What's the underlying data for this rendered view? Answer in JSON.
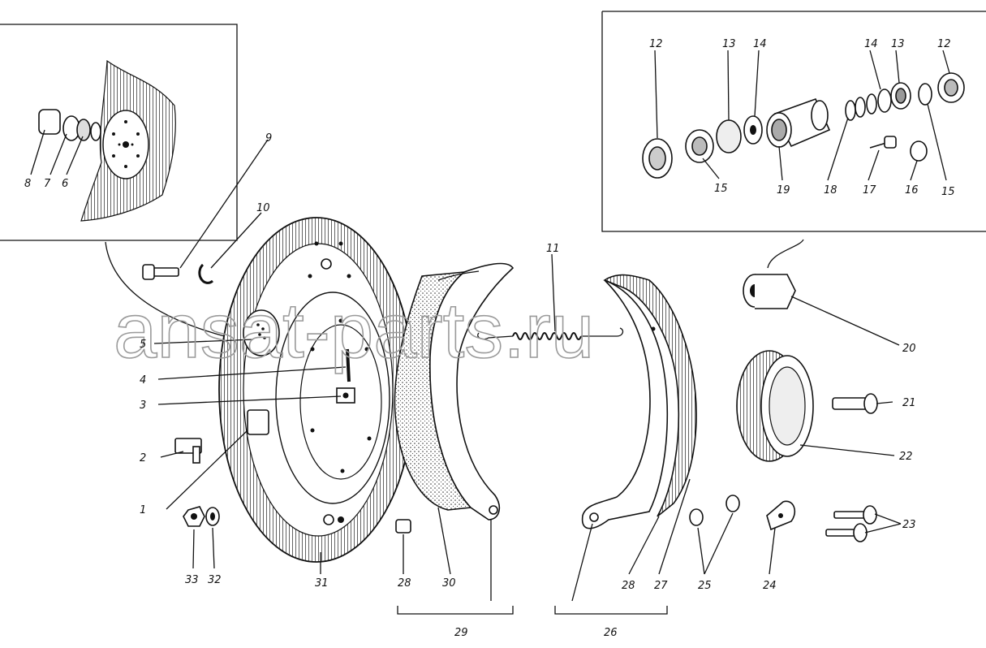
{
  "watermark": "ansat-parts.ru",
  "labels": {
    "l1": "1",
    "l2": "2",
    "l3": "3",
    "l4": "4",
    "l5": "5",
    "l6": "6",
    "l7": "7",
    "l8": "8",
    "l9": "9",
    "l10": "10",
    "l11": "11",
    "l12a": "12",
    "l12b": "12",
    "l13a": "13",
    "l13b": "13",
    "l14a": "14",
    "l14b": "14",
    "l15a": "15",
    "l15b": "15",
    "l16": "16",
    "l17": "17",
    "l18": "18",
    "l19": "19",
    "l20": "20",
    "l21": "21",
    "l22": "22",
    "l23": "23",
    "l24": "24",
    "l25": "25",
    "l26": "26",
    "l27": "27",
    "l28a": "28",
    "l28b": "28",
    "l29": "29",
    "l30": "30",
    "l31": "31",
    "l32": "32",
    "l33": "33"
  }
}
